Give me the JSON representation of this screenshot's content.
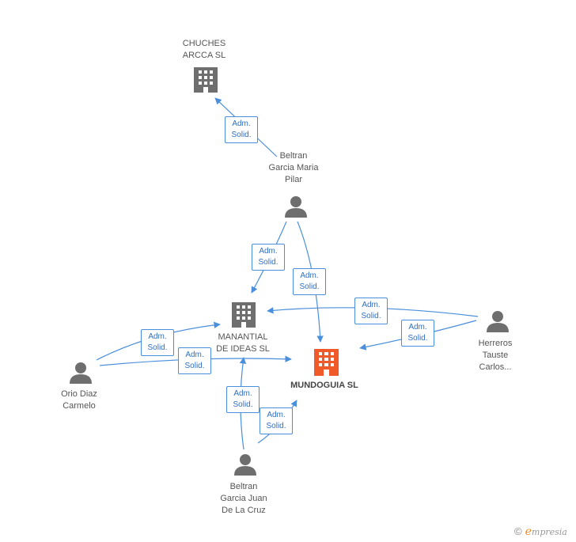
{
  "nodes": {
    "chuches": {
      "lines": [
        "CHUCHES",
        "ARCCA SL"
      ],
      "type": "company"
    },
    "manantial": {
      "lines": [
        "MANANTIAL",
        "DE IDEAS SL"
      ],
      "type": "company"
    },
    "mundoguia": {
      "lines": [
        "MUNDOGUIA SL"
      ],
      "type": "company-main"
    },
    "beltran_maria": {
      "lines": [
        "Beltran",
        "Garcia Maria",
        "Pilar"
      ],
      "type": "person"
    },
    "orio": {
      "lines": [
        "Orio Diaz",
        "Carmelo"
      ],
      "type": "person"
    },
    "herreros": {
      "lines": [
        "Herreros",
        "Tauste",
        "Carlos..."
      ],
      "type": "person"
    },
    "beltran_juan": {
      "lines": [
        "Beltran",
        "Garcia Juan",
        "De La Cruz"
      ],
      "type": "person"
    }
  },
  "edges": [
    {
      "from": "beltran_maria",
      "to": "chuches",
      "label": [
        "Adm.",
        "Solid."
      ]
    },
    {
      "from": "beltran_maria",
      "to": "manantial",
      "label": [
        "Adm.",
        "Solid."
      ]
    },
    {
      "from": "beltran_maria",
      "to": "mundoguia",
      "label": [
        "Adm.",
        "Solid."
      ]
    },
    {
      "from": "herreros",
      "to": "manantial",
      "label": [
        "Adm.",
        "Solid."
      ]
    },
    {
      "from": "herreros",
      "to": "mundoguia",
      "label": [
        "Adm.",
        "Solid."
      ]
    },
    {
      "from": "orio",
      "to": "manantial",
      "label": [
        "Adm.",
        "Solid."
      ]
    },
    {
      "from": "orio",
      "to": "mundoguia",
      "label": [
        "Adm.",
        "Solid."
      ]
    },
    {
      "from": "beltran_juan",
      "to": "manantial",
      "label": [
        "Adm.",
        "Solid."
      ]
    },
    {
      "from": "beltran_juan",
      "to": "mundoguia",
      "label": [
        "Adm.",
        "Solid."
      ]
    }
  ],
  "colors": {
    "edge": "#4a8fdc",
    "company": "#6e6e6e",
    "company_main": "#f05a28",
    "person": "#6e6e6e"
  },
  "icons": {
    "company": "building-icon",
    "person": "person-icon"
  },
  "copyright": {
    "symbol": "©",
    "brand_initial": "e",
    "brand_rest": "mpresia"
  }
}
